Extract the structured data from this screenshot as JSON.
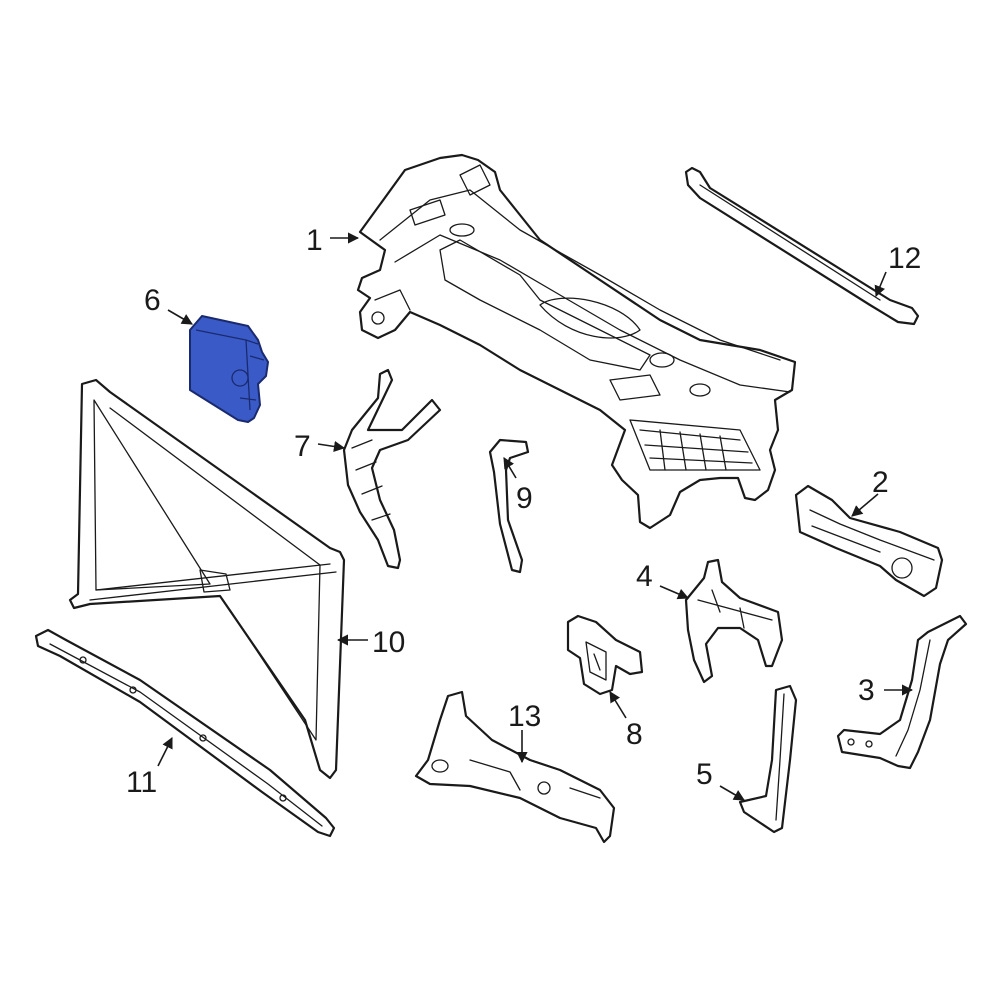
{
  "colors": {
    "line": "#1a1a1a",
    "background": "#ffffff",
    "highlight_fill": "#3a5bc7",
    "highlight_stroke": "#1a2a6e"
  },
  "highlighted_part": "6",
  "callouts": {
    "c1": "1",
    "c2": "2",
    "c3": "3",
    "c4": "4",
    "c5": "5",
    "c6": "6",
    "c7": "7",
    "c8": "8",
    "c9": "9",
    "c10": "10",
    "c11": "11",
    "c12": "12",
    "c13": "13"
  }
}
